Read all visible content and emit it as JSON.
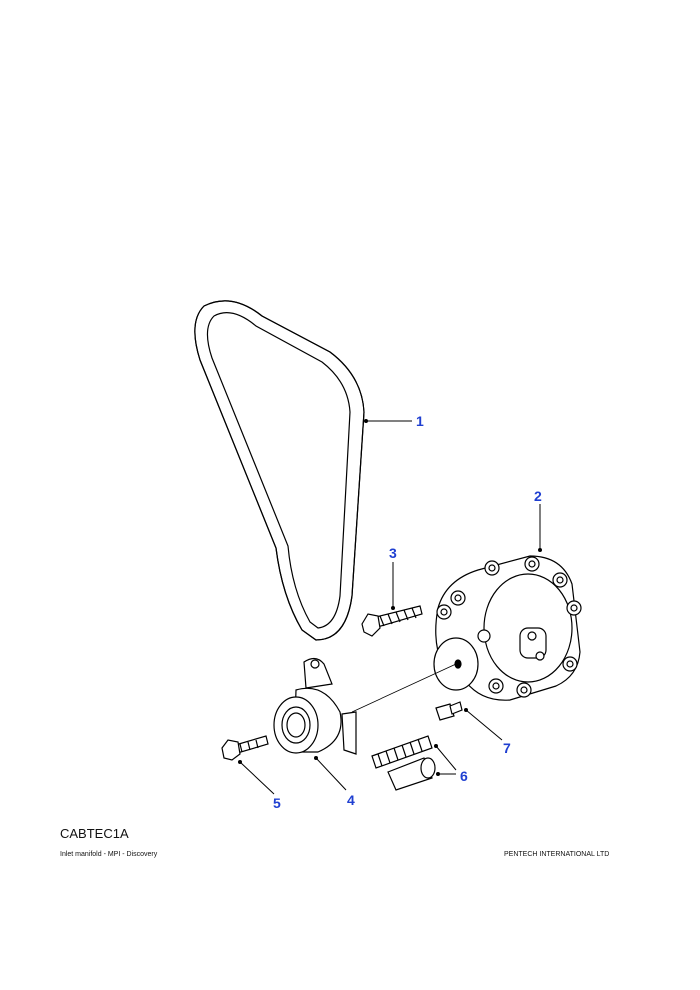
{
  "diagram": {
    "callouts": [
      {
        "number": "1"
      },
      {
        "number": "2"
      },
      {
        "number": "3"
      },
      {
        "number": "4"
      },
      {
        "number": "5"
      },
      {
        "number": "6"
      },
      {
        "number": "7"
      }
    ],
    "reference_code": "CABTEC1A"
  },
  "footer": {
    "left_text": "Inlet manifold - MPI - Discovery",
    "right_text": "PENTECH INTERNATIONAL LTD"
  },
  "colors": {
    "callout_number": "#1f3fd1",
    "line_art": "#000000"
  }
}
